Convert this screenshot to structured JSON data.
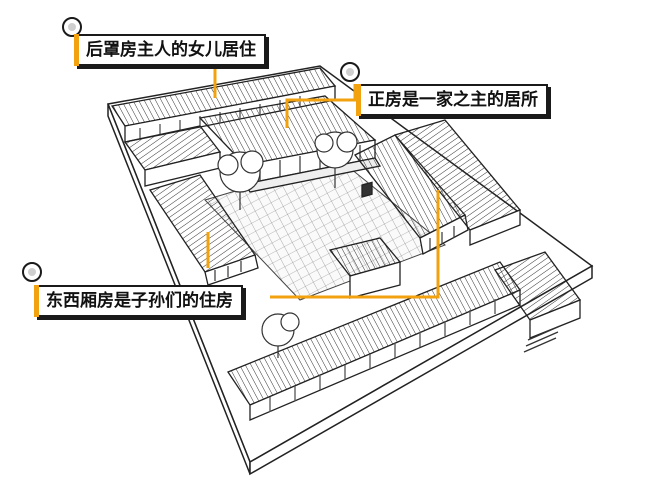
{
  "colors": {
    "accent": "#f2a20f",
    "ink": "#1a1a1a",
    "background": "#ffffff"
  },
  "callouts": {
    "rear_house": "后罩房主人的女儿居住",
    "main_house": "正房是一家之主的居所",
    "side_houses": "东西厢房是子孙们的住房"
  }
}
